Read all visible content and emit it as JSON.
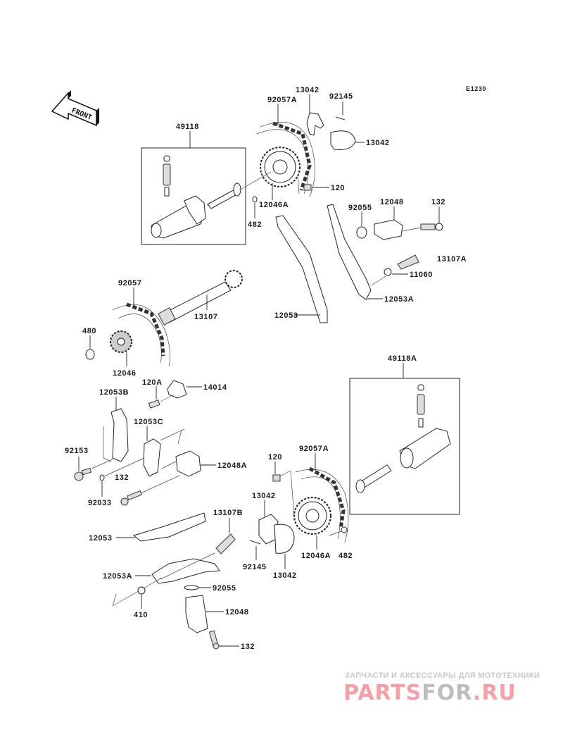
{
  "diagram": {
    "code": "E1230",
    "front_label": "FRONT",
    "labels": {
      "l49118": "49118",
      "l92057A_top": "92057A",
      "l13042_top1": "13042",
      "l92145_top": "92145",
      "l13042_top2": "13042",
      "l120_top": "120",
      "l12046A_top": "12046A",
      "l482_top": "482",
      "l92055_top": "92055",
      "l12048_top": "12048",
      "l132_top": "132",
      "l13107A": "13107A",
      "l11060": "11060",
      "l12053A_top": "12053A",
      "l12053_mid": "12053",
      "l92057": "92057",
      "l13107": "13107",
      "l480": "480",
      "l12046": "12046",
      "l120A": "120A",
      "l14014": "14014",
      "l12053B": "12053B",
      "l12053C": "12053C",
      "l92153": "92153",
      "l12048A": "12048A",
      "l132_mid": "132",
      "l92033": "92033",
      "l49118A": "49118A",
      "l120_bot": "120",
      "l92057A_bot": "92057A",
      "l13042_bot1": "13042",
      "l13107B": "13107B",
      "l12053_bot": "12053",
      "l12046A_bot": "12046A",
      "l482_bot": "482",
      "l92145_bot": "92145",
      "l13042_bot2": "13042",
      "l12053A_bot": "12053A",
      "l92055_bot": "92055",
      "l12048_bot": "12048",
      "l410": "410",
      "l132_bot": "132"
    }
  },
  "watermark": {
    "tagline": "ЗАПЧАСТИ И АКСЕССУАРЫ ДЛЯ МОТОТЕХНИКИ",
    "brand_part1": "PARTS",
    "brand_part2": "FOR",
    "brand_part3": ".RU",
    "color_primary": "#f4a0a8",
    "color_secondary": "#bdbdbd"
  }
}
